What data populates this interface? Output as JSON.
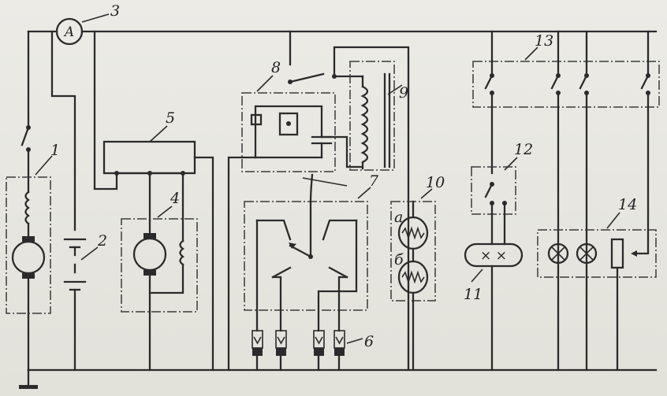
{
  "labels": {
    "battery_switch_unit": "1",
    "battery": "2",
    "ammeter": "3",
    "generator": "4",
    "regulator": "5",
    "spark_plugs": "6",
    "distributor": "7",
    "breaker": "8",
    "ignition_coil": "9",
    "heater_block": "10",
    "heater_a": "а",
    "heater_b": "б",
    "horn_switch": "12",
    "horn": "11",
    "switch_panel": "13",
    "lamp_block": "14"
  },
  "ammeter_symbol": "A",
  "horn_symbol": "× ×"
}
